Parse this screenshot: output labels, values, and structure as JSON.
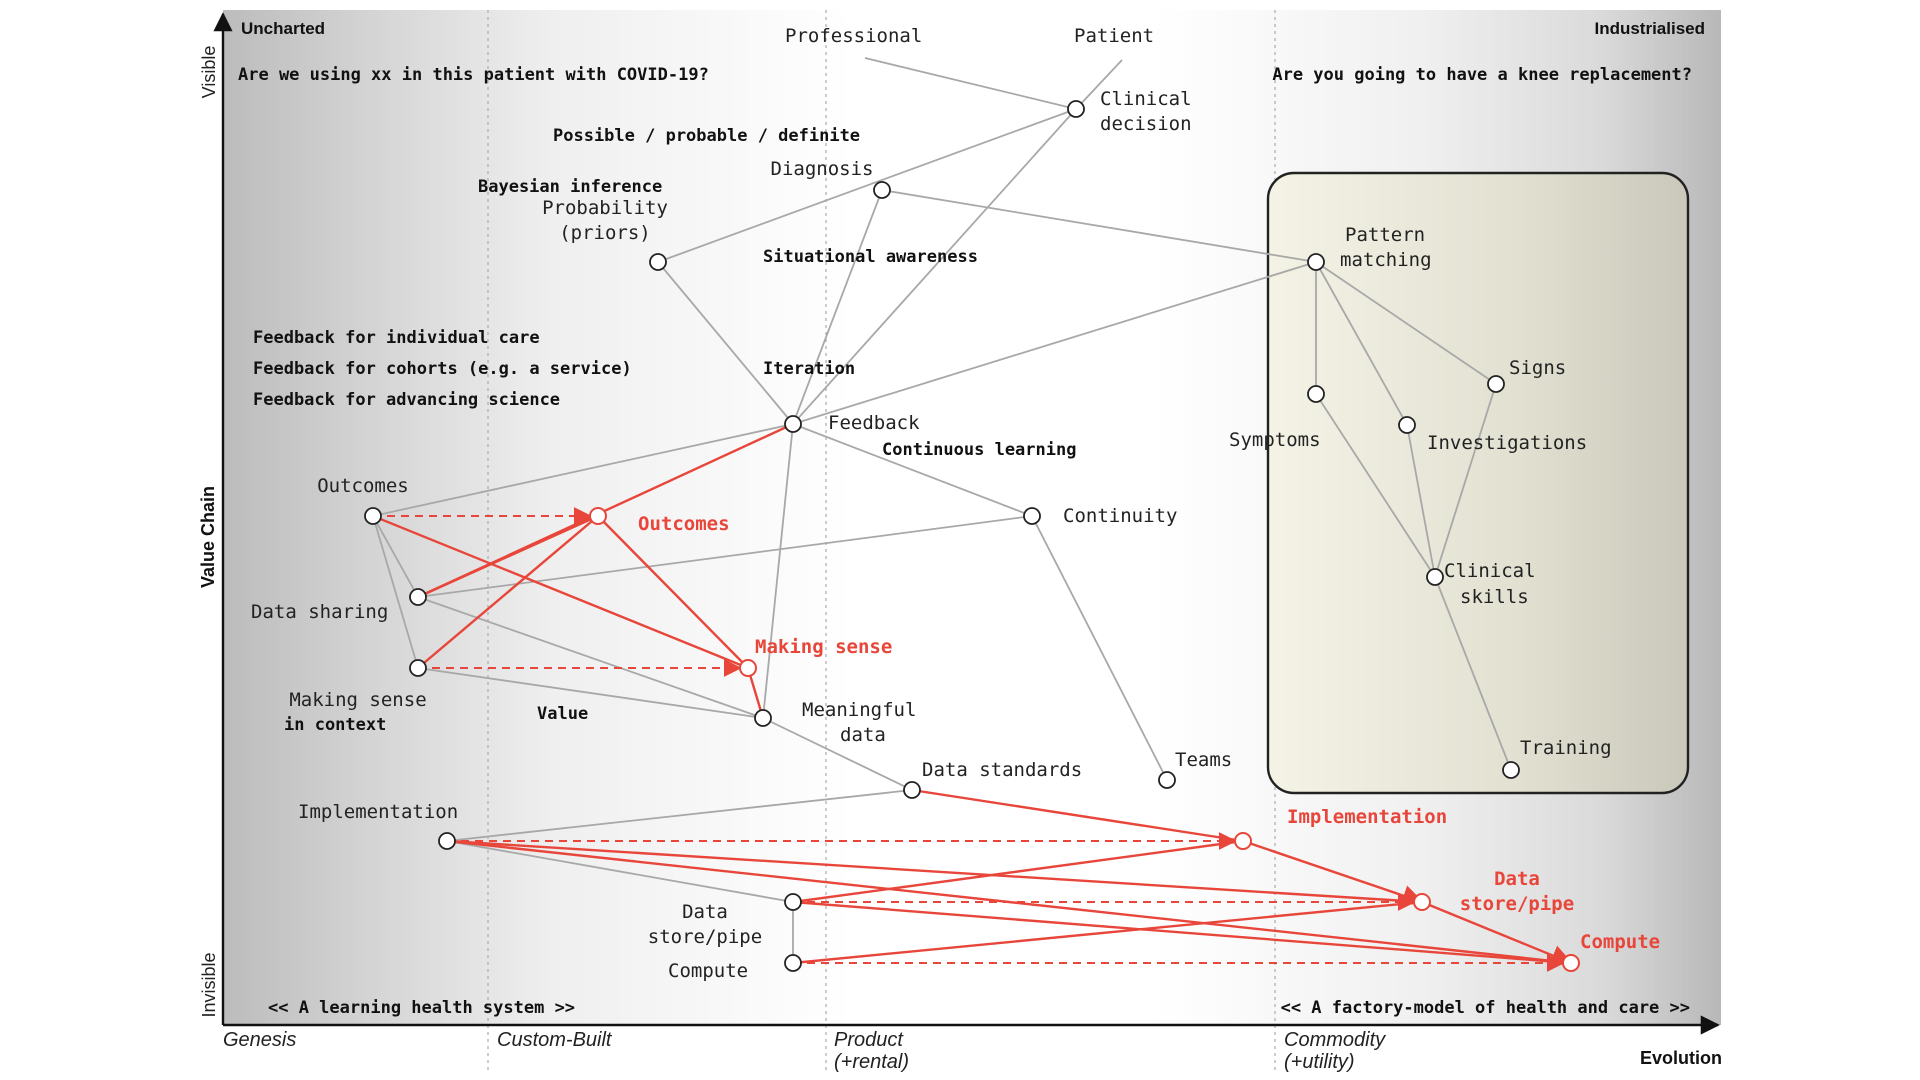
{
  "axes": {
    "y_label": "Value Chain",
    "y_top": "Visible",
    "y_bottom": "Invisible",
    "x_label": "Evolution",
    "corner_left": "Uncharted",
    "corner_right": "Industrialised",
    "stages": [
      {
        "line1": "Genesis",
        "line2": ""
      },
      {
        "line1": "Custom-Built",
        "line2": ""
      },
      {
        "line1": "Product",
        "line2": "(+rental)"
      },
      {
        "line1": "Commodity",
        "line2": "(+utility)"
      }
    ],
    "footer_left": "<< A learning health system >>",
    "footer_right": "<< A factory-model of health and care >>"
  },
  "annotations": [
    "Are we using xx in this patient with COVID-19?",
    "Are you going to have a knee replacement?",
    "Possible / probable / definite",
    "Bayesian inference",
    "Situational awareness",
    "Feedback for individual care",
    "Feedback for cohorts (e.g. a service)",
    "Feedback for advancing science",
    "Iteration",
    "Continuous learning",
    "Value"
  ],
  "nodes": [
    {
      "id": "professional",
      "lines": [
        "Professional"
      ]
    },
    {
      "id": "patient",
      "lines": [
        "Patient"
      ]
    },
    {
      "id": "clinical-decision",
      "lines": [
        "Clinical",
        "decision"
      ]
    },
    {
      "id": "diagnosis",
      "lines": [
        "Diagnosis"
      ]
    },
    {
      "id": "probability",
      "lines": [
        "Probability",
        "(priors)"
      ]
    },
    {
      "id": "pattern-matching",
      "lines": [
        "Pattern",
        "matching"
      ]
    },
    {
      "id": "feedback",
      "lines": [
        "Feedback"
      ]
    },
    {
      "id": "signs",
      "lines": [
        "Signs"
      ]
    },
    {
      "id": "symptoms",
      "lines": [
        "Symptoms"
      ]
    },
    {
      "id": "investigations",
      "lines": [
        "Investigations"
      ]
    },
    {
      "id": "outcomes",
      "lines": [
        "Outcomes"
      ]
    },
    {
      "id": "continuity",
      "lines": [
        "Continuity"
      ]
    },
    {
      "id": "clinical-skills",
      "lines": [
        "Clinical",
        "skills"
      ]
    },
    {
      "id": "data-sharing",
      "lines": [
        "Data sharing"
      ]
    },
    {
      "id": "making-sense",
      "lines": [
        "Making sense",
        "in context"
      ]
    },
    {
      "id": "meaningful-data",
      "lines": [
        "Meaningful",
        "data"
      ]
    },
    {
      "id": "training",
      "lines": [
        "Training"
      ]
    },
    {
      "id": "teams",
      "lines": [
        "Teams"
      ]
    },
    {
      "id": "data-standards",
      "lines": [
        "Data standards"
      ]
    },
    {
      "id": "implementation",
      "lines": [
        "Implementation"
      ]
    },
    {
      "id": "data-store",
      "lines": [
        "Data",
        "store/pipe"
      ]
    },
    {
      "id": "compute",
      "lines": [
        "Compute"
      ]
    }
  ],
  "evolved_nodes": [
    {
      "id": "outcomes-evolved",
      "lines": [
        "Outcomes"
      ]
    },
    {
      "id": "making-sense-evolved",
      "lines": [
        "Making sense"
      ]
    },
    {
      "id": "implementation-evolved",
      "lines": [
        "Implementation"
      ]
    },
    {
      "id": "data-store-evolved",
      "lines": [
        "Data",
        "store/pipe"
      ]
    },
    {
      "id": "compute-evolved",
      "lines": [
        "Compute"
      ]
    }
  ]
}
